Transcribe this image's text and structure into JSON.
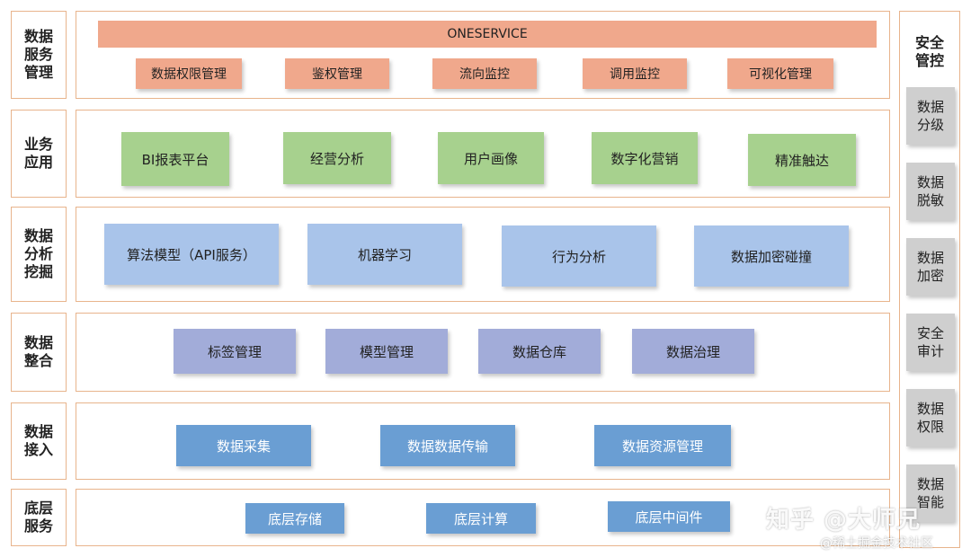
{
  "layers": [
    {
      "label": "数据\n服务\n管理",
      "banner": "ONESERVICE",
      "items": [
        "数据权限管理",
        "鉴权管理",
        "流向监控",
        "调用监控",
        "可视化管理"
      ]
    },
    {
      "label": "业务\n应用",
      "items": [
        "BI报表平台",
        "经营分析",
        "用户画像",
        "数字化营销",
        "精准触达"
      ]
    },
    {
      "label": "数据\n分析\n挖掘",
      "items": [
        "算法模型（API服务）",
        "机器学习",
        "行为分析",
        "数据加密碰撞"
      ]
    },
    {
      "label": "数据\n整合",
      "items": [
        "标签管理",
        "模型管理",
        "数据仓库",
        "数据治理"
      ]
    },
    {
      "label": "数据\n接入",
      "items": [
        "数据采集",
        "数据数据传输",
        "数据资源管理"
      ]
    },
    {
      "label": "底层\n服务",
      "items": [
        "底层存储",
        "底层计算",
        "底层中间件"
      ]
    }
  ],
  "security": {
    "title": "安全\n管控",
    "items": [
      "数据\n分级",
      "数据\n脱敏",
      "数据\n加密",
      "安全\n审计",
      "数据\n权限",
      "数据\n智能"
    ]
  },
  "watermark": {
    "main": "知乎 @大师兄",
    "sub": "@稀土掘金技术社区"
  },
  "colors": {
    "frame": "#e8b48c",
    "service": "#f0a88c",
    "business": "#a7d18e",
    "analysis": "#a9c4ea",
    "integration": "#a2acd9",
    "access": "#6a9ed3",
    "security": "#cfcfcf"
  }
}
